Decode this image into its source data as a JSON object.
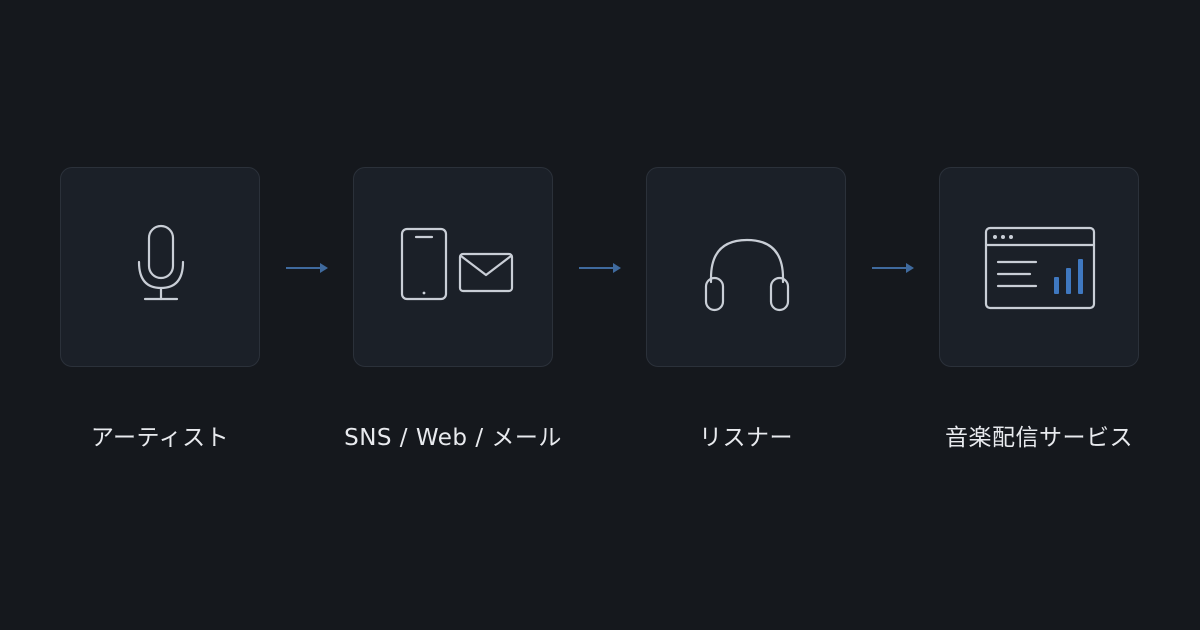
{
  "steps": [
    {
      "label": "アーティスト",
      "icon": "microphone-icon"
    },
    {
      "label": "SNS / Web / メール",
      "icon": "smartphone-and-mail-icon"
    },
    {
      "label": "リスナー",
      "icon": "headphones-icon"
    },
    {
      "label": "音楽配信サービス",
      "icon": "streaming-dashboard-icon"
    }
  ],
  "colors": {
    "background": "#15181d",
    "card": "#1b2028",
    "card_border": "#2b313a",
    "icon_stroke": "#c9ced6",
    "accent": "#3f78c0",
    "arrow": "#3f6a9e",
    "label_text": "#e8eaee"
  }
}
